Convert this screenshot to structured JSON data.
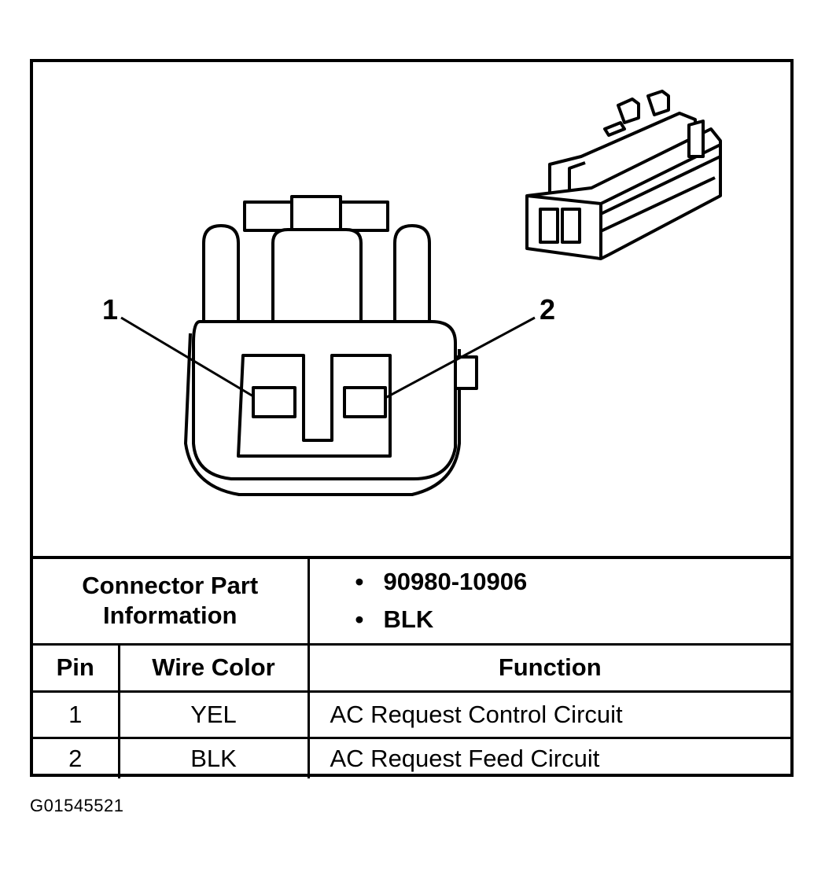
{
  "diagram": {
    "pin_callouts": [
      "1",
      "2"
    ]
  },
  "table": {
    "part_info_label": "Connector Part Information",
    "part_info_values": [
      "90980-10906",
      "BLK"
    ],
    "headers": {
      "pin": "Pin",
      "wire_color": "Wire Color",
      "function": "Function"
    },
    "rows": [
      {
        "pin": "1",
        "wire_color": "YEL",
        "function": "AC Request Control Circuit"
      },
      {
        "pin": "2",
        "wire_color": "BLK",
        "function": "AC Request Feed Circuit"
      }
    ]
  },
  "figure_code": "G01545521"
}
